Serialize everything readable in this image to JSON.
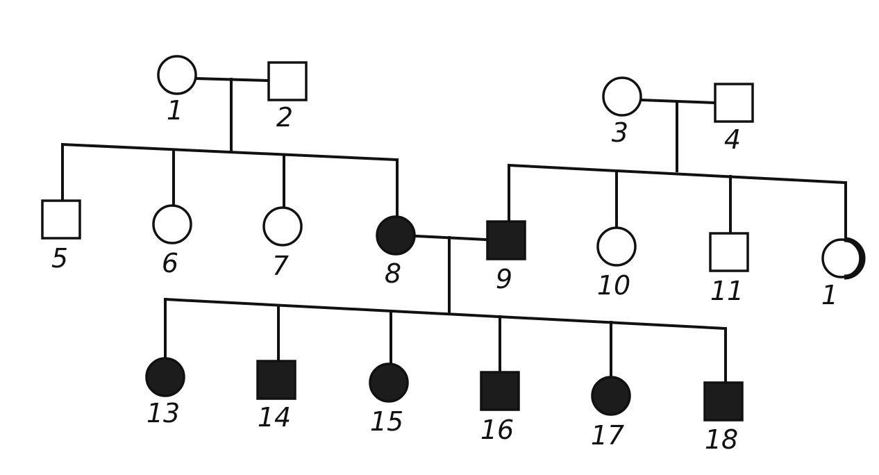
{
  "colors": {
    "ink": "#111111",
    "affected_fill": "#1c1c1c",
    "background": "#ffffff"
  },
  "individuals": [
    {
      "id": "1",
      "label": "1",
      "sex": "female",
      "affected": false
    },
    {
      "id": "2",
      "label": "2",
      "sex": "male",
      "affected": false
    },
    {
      "id": "3",
      "label": "3",
      "sex": "female",
      "affected": false
    },
    {
      "id": "4",
      "label": "4",
      "sex": "male",
      "affected": false
    },
    {
      "id": "5",
      "label": "5",
      "sex": "male",
      "affected": false
    },
    {
      "id": "6",
      "label": "6",
      "sex": "female",
      "affected": false
    },
    {
      "id": "7",
      "label": "7",
      "sex": "female",
      "affected": false
    },
    {
      "id": "8",
      "label": "8",
      "sex": "female",
      "affected": true
    },
    {
      "id": "9",
      "label": "9",
      "sex": "male",
      "affected": true
    },
    {
      "id": "10",
      "label": "10",
      "sex": "female",
      "affected": false
    },
    {
      "id": "11",
      "label": "11",
      "sex": "male",
      "affected": false
    },
    {
      "id": "12",
      "label": "1",
      "sex": "female",
      "affected": false
    },
    {
      "id": "13",
      "label": "13",
      "sex": "female",
      "affected": true
    },
    {
      "id": "14",
      "label": "14",
      "sex": "male",
      "affected": true
    },
    {
      "id": "15",
      "label": "15",
      "sex": "female",
      "affected": true
    },
    {
      "id": "16",
      "label": "16",
      "sex": "male",
      "affected": true
    },
    {
      "id": "17",
      "label": "17",
      "sex": "female",
      "affected": true
    },
    {
      "id": "18",
      "label": "18",
      "sex": "male",
      "affected": true
    }
  ],
  "couples": [
    {
      "partners": [
        "1",
        "2"
      ],
      "children": [
        "5",
        "6",
        "7",
        "8"
      ]
    },
    {
      "partners": [
        "3",
        "4"
      ],
      "children": [
        "9",
        "10",
        "11",
        "12"
      ]
    },
    {
      "partners": [
        "8",
        "9"
      ],
      "children": [
        "13",
        "14",
        "15",
        "16",
        "17",
        "18"
      ]
    }
  ]
}
